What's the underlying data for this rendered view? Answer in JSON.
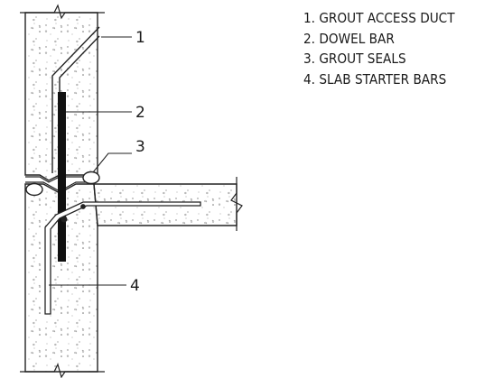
{
  "callouts": [
    "1",
    "2",
    "3",
    "4"
  ],
  "legend": [
    "1. GROUT ACCESS DUCT",
    "2. DOWEL BAR",
    "3. GROUT SEALS",
    "4. SLAB STARTER BARS"
  ]
}
